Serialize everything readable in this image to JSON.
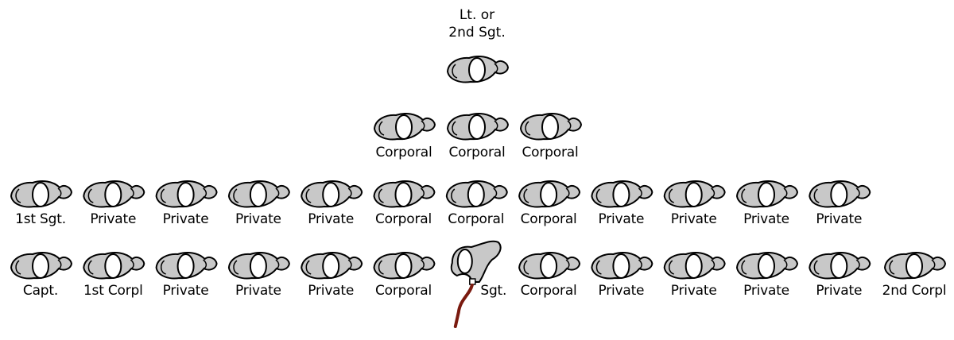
{
  "colors": {
    "body_fill": "#c8c8c8",
    "outline": "#000000",
    "head_fill": "#ffffff",
    "blood": "#7a1a0f"
  },
  "top": {
    "label_line1": "Lt. or",
    "label_line2": "2nd Sgt."
  },
  "rows": [
    [
      "Corporal",
      "Corporal",
      "Corporal"
    ],
    [
      "1st Sgt.",
      "Private",
      "Private",
      "Private",
      "Private",
      "Corporal",
      "Corporal",
      "Corporal",
      "Private",
      "Private",
      "Private",
      "Private"
    ],
    [
      "Capt.",
      "1st Corpl",
      "Private",
      "Private",
      "Private",
      "Corporal",
      "Sgt.",
      "Corporal",
      "Private",
      "Private",
      "Private",
      "Private",
      "2nd Corpl"
    ]
  ],
  "fallen": {
    "label": "Sgt.",
    "row": 2,
    "index": 6
  }
}
